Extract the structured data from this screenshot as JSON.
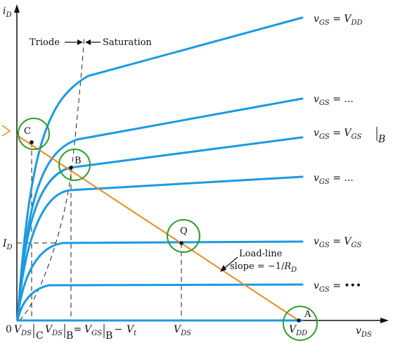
{
  "colors": {
    "curve": "#1b9ae3",
    "load_line": "#ef8a1d",
    "circle": "#2ca02c",
    "axis": "#111111",
    "dashed": "#222222"
  },
  "axes": {
    "y_label_main": "i",
    "y_label_sub": "D",
    "x_label_main": "v",
    "x_label_sub": "DS",
    "origin": "0"
  },
  "regions": {
    "left": "Triode",
    "right": "Saturation"
  },
  "curve_labels": [
    {
      "main": "v",
      "sub": "GS",
      "eq": " = ",
      "rhs": "V",
      "rhs_sub": "DD"
    },
    {
      "main": "v",
      "sub": "GS",
      "eq": " = ...",
      "rhs": "",
      "rhs_sub": ""
    },
    {
      "main": "v",
      "sub": "GS",
      "eq": " = ",
      "rhs": "V",
      "rhs_sub": "GS",
      "bar_sub": "B"
    },
    {
      "main": "v",
      "sub": "GS",
      "eq": " = ...",
      "rhs": "",
      "rhs_sub": ""
    },
    {
      "main": "v",
      "sub": "GS",
      "eq": " = ",
      "rhs": "V",
      "rhs_sub": "GS"
    },
    {
      "main": "v",
      "sub": "GS",
      "eq": " = •••",
      "rhs": "",
      "rhs_sub": ""
    }
  ],
  "points": {
    "A": "A",
    "B": "B",
    "C": "C",
    "Q": "Q"
  },
  "load_line": {
    "line1": "Load-line",
    "line2_prefix": "slope = −1/",
    "line2_R": "R",
    "line2_sub": "D"
  },
  "y_tick": {
    "main": "I",
    "sub": "D"
  },
  "x_ticks": {
    "vdsc_main": "V",
    "vdsc_sub": "DS",
    "vdsc_bar": "C",
    "vdsb_main": "V",
    "vdsb_sub": "DS",
    "vdsb_bar": "B",
    "vdsb_eq": " = ",
    "vgsb_main": "V",
    "vgsb_sub": "GS",
    "vgsb_bar": "B",
    "minus": " − ",
    "vt_main": "V",
    "vt_sub": "t",
    "vds_main": "V",
    "vds_sub": "DS",
    "vdd_main": "V",
    "vdd_sub": "DD"
  }
}
